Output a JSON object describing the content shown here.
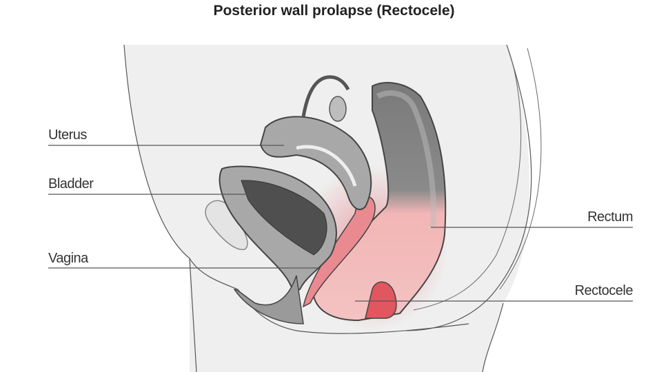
{
  "title": "Posterior wall prolapse (Rectocele)",
  "labels": {
    "uterus": "Uterus",
    "bladder": "Bladder",
    "vagina": "Vagina",
    "rectum": "Rectum",
    "rectocele": "Rectocele"
  },
  "colors": {
    "tissue_gray": "#9a9a9a",
    "highlight_red": "#e0575f",
    "body_fill": "#efefef",
    "label_line": "#555555"
  }
}
